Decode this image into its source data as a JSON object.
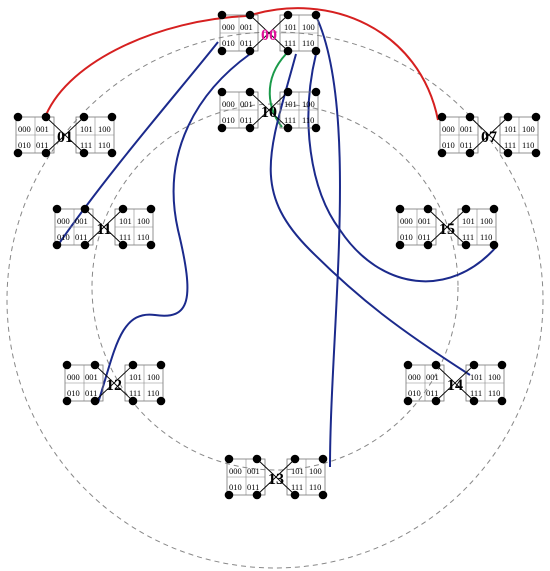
{
  "diagram": {
    "bit_labels": [
      "000",
      "001",
      "010",
      "011",
      "101",
      "100",
      "111",
      "110"
    ],
    "nodes": [
      {
        "id": "00",
        "label": "00",
        "label_color": "#e0109a"
      },
      {
        "id": "10",
        "label": "10",
        "label_color": "#000000"
      },
      {
        "id": "01",
        "label": "01",
        "label_color": "#000000"
      },
      {
        "id": "07",
        "label": "07",
        "label_color": "#000000"
      },
      {
        "id": "11",
        "label": "11",
        "label_color": "#000000"
      },
      {
        "id": "15",
        "label": "15",
        "label_color": "#000000"
      },
      {
        "id": "12",
        "label": "12",
        "label_color": "#000000"
      },
      {
        "id": "14",
        "label": "14",
        "label_color": "#000000"
      },
      {
        "id": "13",
        "label": "13",
        "label_color": "#000000"
      }
    ],
    "edges": [
      {
        "from": "00",
        "to": "01",
        "color": "#d62020"
      },
      {
        "from": "00",
        "to": "07",
        "color": "#d62020"
      },
      {
        "from": "00",
        "to": "10",
        "color": "#1a9a4a"
      },
      {
        "from": "00",
        "to": "11",
        "color": "#1b2a8c"
      },
      {
        "from": "00",
        "to": "12",
        "color": "#1b2a8c"
      },
      {
        "from": "00",
        "to": "13",
        "color": "#1b2a8c"
      },
      {
        "from": "00",
        "to": "14",
        "color": "#1b2a8c"
      },
      {
        "from": "00",
        "to": "15",
        "color": "#1b2a8c"
      }
    ]
  }
}
